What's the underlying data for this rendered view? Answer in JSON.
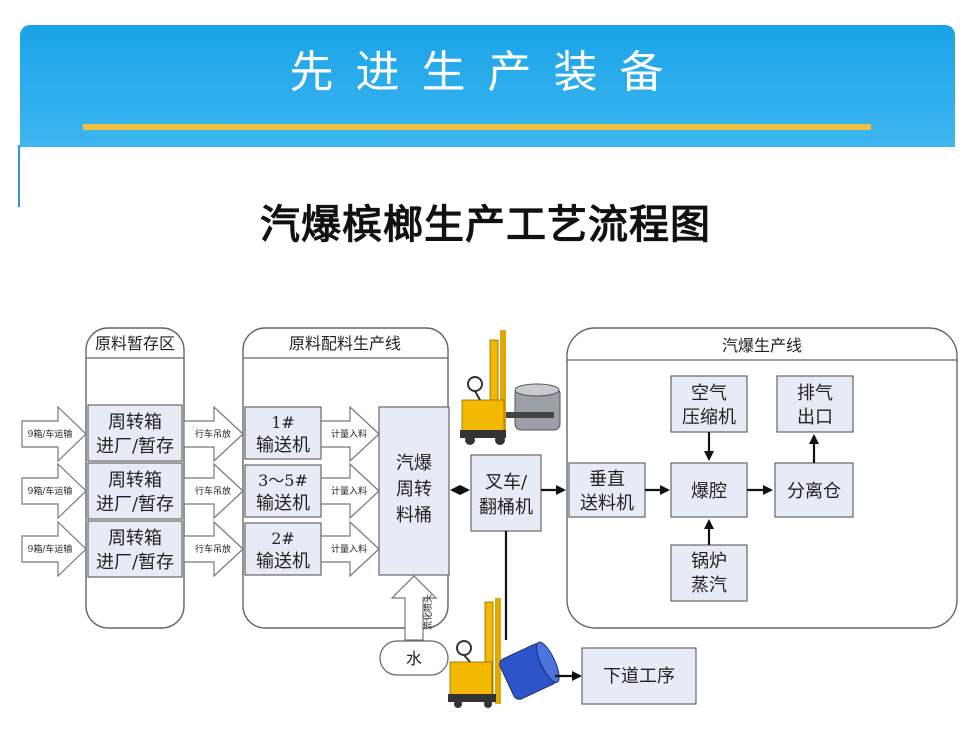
{
  "slide": {
    "title": "先进生产装备"
  },
  "diagram": {
    "title": "汽爆槟榔生产工艺流程图",
    "zones": {
      "raw_storage": "原料暂存区",
      "batching_line": "原料配料生产线",
      "steam_line": "汽爆生产线"
    },
    "inputs": [
      "9箱/车运输",
      "9箱/车运输",
      "9箱/车运输"
    ],
    "storage_boxes": [
      {
        "line1": "周转箱",
        "line2": "进厂/暂存"
      },
      {
        "line1": "周转箱",
        "line2": "进厂/暂存"
      },
      {
        "line1": "周转箱",
        "line2": "进厂/暂存"
      }
    ],
    "crane_labels": [
      "行车吊放",
      "行车吊放",
      "行车吊放"
    ],
    "conveyors": [
      {
        "line1": "1#",
        "line2": "输送机"
      },
      {
        "line1": "3～5#",
        "line2": "输送机"
      },
      {
        "line1": "2#",
        "line2": "输送机"
      }
    ],
    "metering_labels": [
      "计量入料",
      "计量入料",
      "计量入料"
    ],
    "barrel": {
      "line1": "汽爆",
      "line2": "周转",
      "line3": "料桶"
    },
    "water_arrow_label": "流化喷头",
    "water": "水",
    "forklift": {
      "line1": "叉车/",
      "line2": "翻桶机"
    },
    "vertical_feeder": {
      "line1": "垂直",
      "line2": "送料机"
    },
    "air_compressor": {
      "line1": "空气",
      "line2": "压缩机"
    },
    "chamber": "爆腔",
    "exhaust": {
      "line1": "排气",
      "line2": "出口"
    },
    "separator": "分离仓",
    "boiler": {
      "line1": "锅炉",
      "line2": "蒸汽"
    },
    "next_process": "下道工序"
  },
  "colors": {
    "header": "#1aa3e8",
    "gold_rule": "#f3c13f",
    "box_fill": "#e6ebf5",
    "forklift": "#f5b800"
  }
}
